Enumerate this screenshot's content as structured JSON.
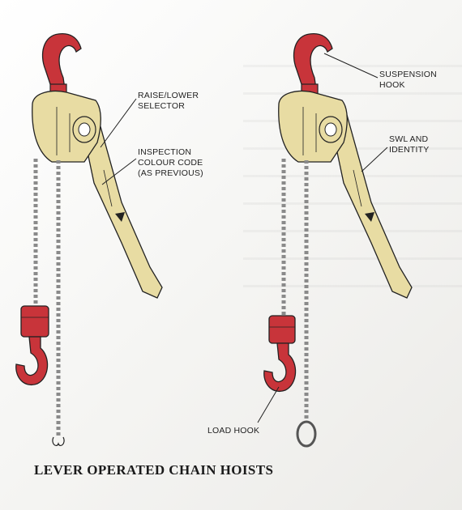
{
  "labels": {
    "raise_lower_1": "RAISE/LOWER",
    "raise_lower_2": "SELECTOR",
    "inspection_1": "INSPECTION",
    "inspection_2": "COLOUR CODE",
    "inspection_3": "(AS PREVIOUS)",
    "suspension_1": "SUSPENSION",
    "suspension_2": "HOOK",
    "swl_1": "SWL AND",
    "swl_2": "IDENTITY",
    "load_hook": "LOAD HOOK"
  },
  "caption": "LEVER OPERATED CHAIN HOISTS",
  "colors": {
    "hoist_body": "#e8dca3",
    "hook": "#c8343a",
    "chain": "#8a8a8a",
    "outline": "#222222"
  }
}
